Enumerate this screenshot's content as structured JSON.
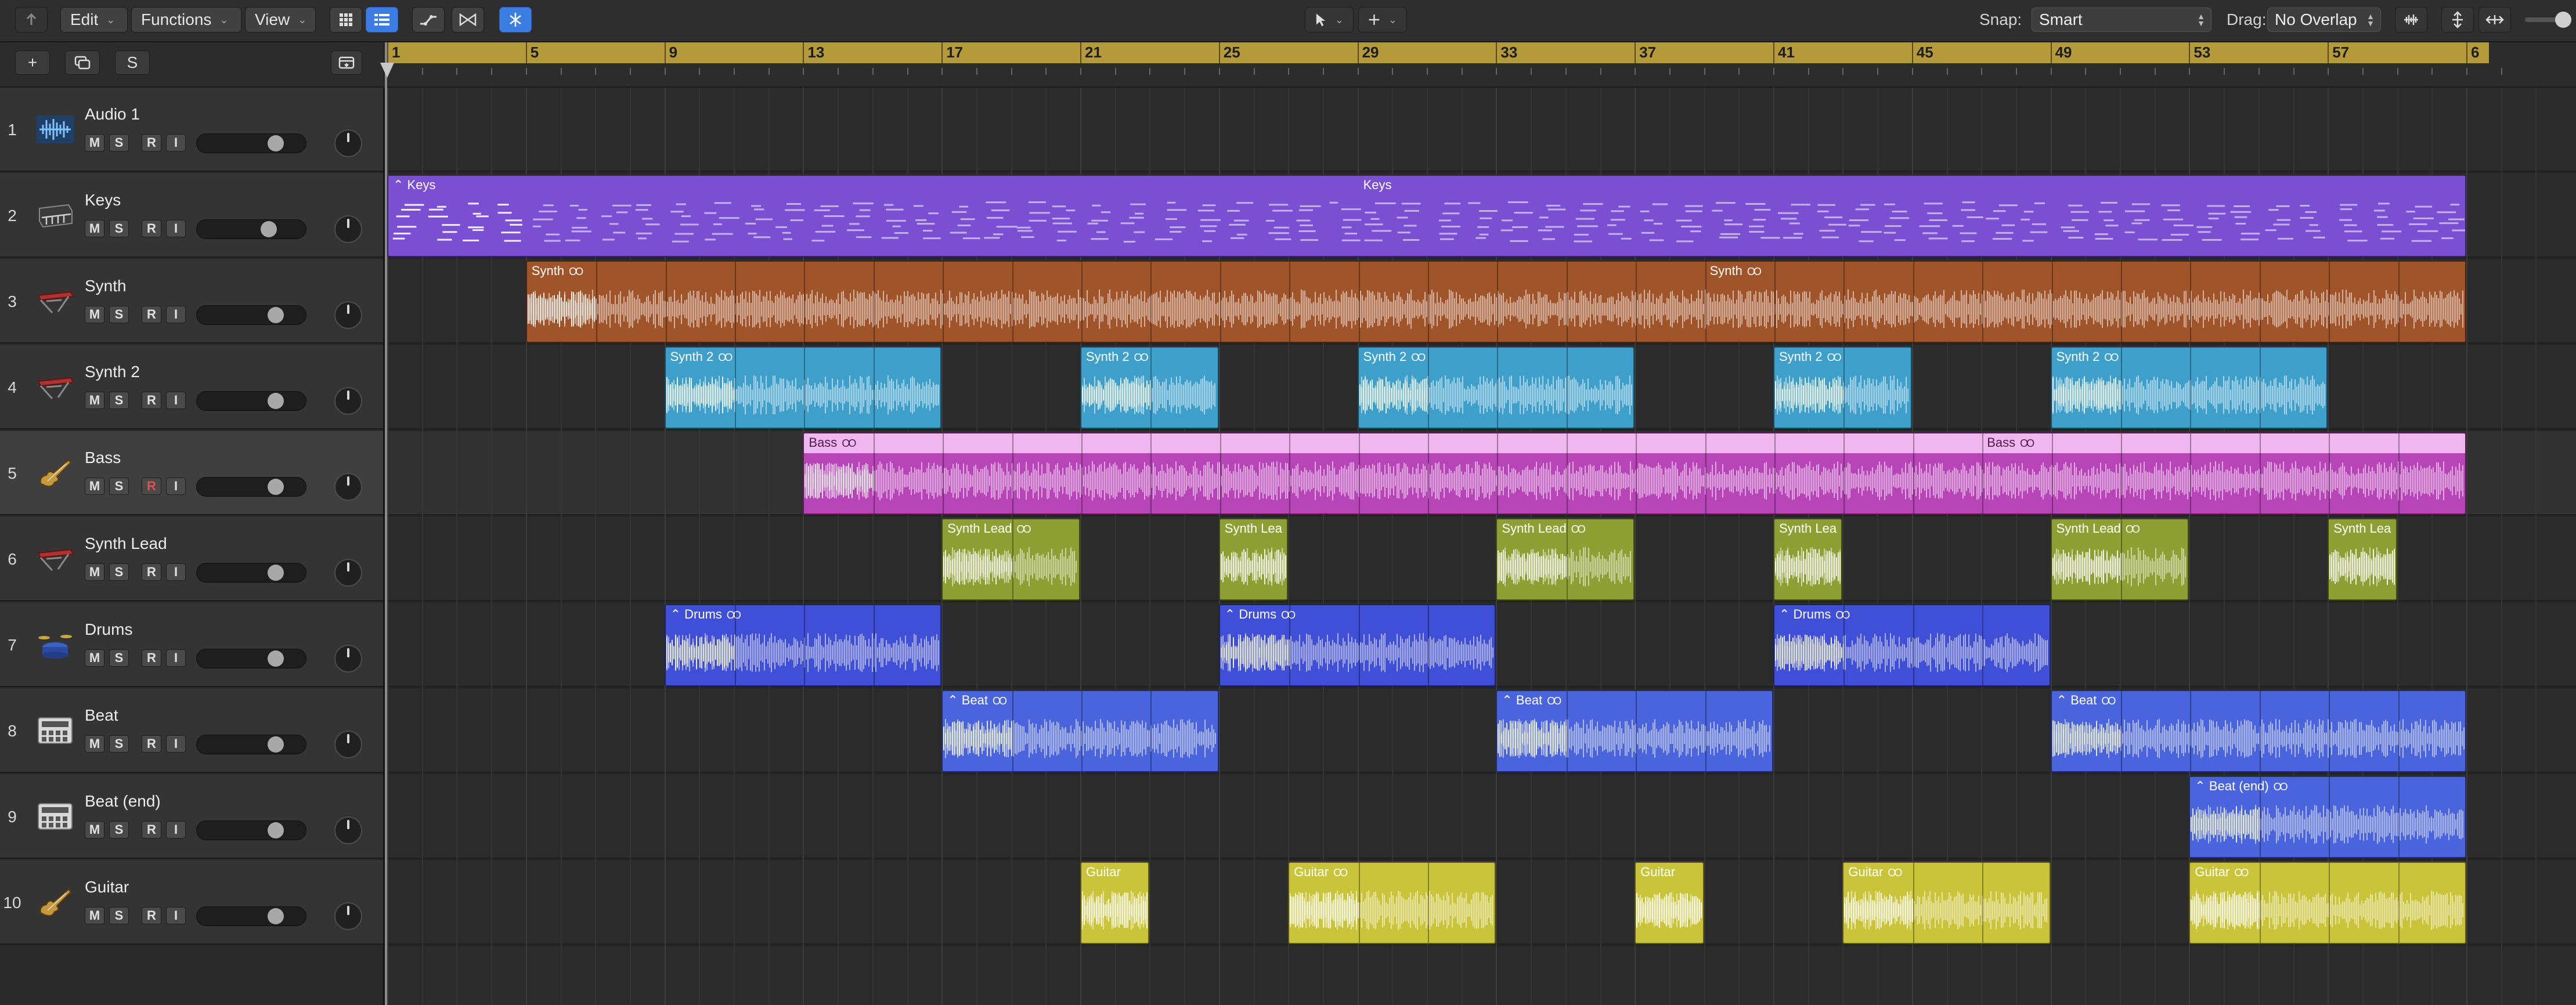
{
  "toolbar": {
    "menus": [
      {
        "label": "Edit"
      },
      {
        "label": "Functions"
      },
      {
        "label": "View"
      }
    ],
    "snap_label": "Snap:",
    "snap_value": "Smart",
    "drag_label": "Drag:",
    "drag_value": "No Overlap"
  },
  "header_buttons": {
    "add": "+",
    "s_label": "S"
  },
  "ruler": {
    "bars": [
      "1",
      "5",
      "9",
      "13",
      "17",
      "21",
      "25",
      "29",
      "33",
      "37",
      "41",
      "45",
      "49",
      "53",
      "57",
      "6"
    ]
  },
  "tracks": [
    {
      "num": "1",
      "name": "Audio 1",
      "icon": "waveform-icon",
      "fader": 0.78,
      "rec_armed": false
    },
    {
      "num": "2",
      "name": "Keys",
      "icon": "keyboard-icon",
      "fader": 0.7,
      "rec_armed": false
    },
    {
      "num": "3",
      "name": "Synth",
      "icon": "synth-icon",
      "fader": 0.78,
      "rec_armed": false
    },
    {
      "num": "4",
      "name": "Synth 2",
      "icon": "synth-icon",
      "fader": 0.78,
      "rec_armed": false
    },
    {
      "num": "5",
      "name": "Bass",
      "icon": "guitar-icon",
      "fader": 0.78,
      "rec_armed": true
    },
    {
      "num": "6",
      "name": "Synth Lead",
      "icon": "synth-icon",
      "fader": 0.78,
      "rec_armed": false
    },
    {
      "num": "7",
      "name": "Drums",
      "icon": "drums-icon",
      "fader": 0.78,
      "rec_armed": false
    },
    {
      "num": "8",
      "name": "Beat",
      "icon": "drum-machine-icon",
      "fader": 0.78,
      "rec_armed": false
    },
    {
      "num": "9",
      "name": "Beat (end)",
      "icon": "drum-machine-icon",
      "fader": 0.78,
      "rec_armed": false
    },
    {
      "num": "10",
      "name": "Guitar",
      "icon": "guitar-icon",
      "fader": 0.78,
      "rec_armed": false
    }
  ],
  "track_buttons": {
    "m": "M",
    "s": "S",
    "r": "R",
    "i": "I"
  },
  "colors": {
    "keys": "#7a4fd1",
    "synth": "#a0542a",
    "synth2": "#3f9fcb",
    "bass": "#b845b8",
    "synth_lead": "#8ea033",
    "drums": "#3f4fd8",
    "beat": "#4a64dd",
    "guitar": "#c9c43a"
  },
  "regions": [
    {
      "track": 1,
      "start": 1,
      "end": 61,
      "name": "Keys",
      "color": "#7a4fd1",
      "midi": true,
      "prefix": "⌃ ",
      "loop": false,
      "sep": [
        29
      ]
    },
    {
      "track": 2,
      "start": 5,
      "end": 61,
      "name": "Synth",
      "color": "#a0542a",
      "loop": true,
      "sep": [
        39
      ]
    },
    {
      "track": 3,
      "start": 9,
      "end": 17,
      "name": "Synth 2",
      "color": "#3f9fcb",
      "loop": true
    },
    {
      "track": 3,
      "start": 21,
      "end": 25,
      "name": "Synth 2",
      "color": "#3f9fcb",
      "loop": true
    },
    {
      "track": 3,
      "start": 29,
      "end": 37,
      "name": "Synth 2",
      "color": "#3f9fcb",
      "loop": true
    },
    {
      "track": 3,
      "start": 41,
      "end": 45,
      "name": "Synth 2",
      "color": "#3f9fcb",
      "loop": true
    },
    {
      "track": 3,
      "start": 49,
      "end": 57,
      "name": "Synth 2",
      "color": "#3f9fcb",
      "loop": true
    },
    {
      "track": 4,
      "start": 13,
      "end": 61,
      "name": "Bass",
      "color": "#b845b8",
      "header_color": "#f0b6f0",
      "name_color": "#4a1a4a",
      "loop": true,
      "sep": [
        47
      ]
    },
    {
      "track": 5,
      "start": 17,
      "end": 21,
      "name": "Synth Lead",
      "color": "#8ea033",
      "loop": true
    },
    {
      "track": 5,
      "start": 25,
      "end": 27,
      "name": "Synth Lea",
      "color": "#8ea033",
      "loop": false
    },
    {
      "track": 5,
      "start": 33,
      "end": 37,
      "name": "Synth Lead",
      "color": "#8ea033",
      "loop": true
    },
    {
      "track": 5,
      "start": 41,
      "end": 43,
      "name": "Synth Lea",
      "color": "#8ea033",
      "loop": false
    },
    {
      "track": 5,
      "start": 49,
      "end": 53,
      "name": "Synth Lead",
      "color": "#8ea033",
      "loop": true
    },
    {
      "track": 5,
      "start": 57,
      "end": 59,
      "name": "Synth Lea",
      "color": "#8ea033",
      "loop": false
    },
    {
      "track": 6,
      "start": 9,
      "end": 17,
      "name": "Drums",
      "color": "#3f4fd8",
      "prefix": "⌃ ",
      "loop": true
    },
    {
      "track": 6,
      "start": 25,
      "end": 33,
      "name": "Drums",
      "color": "#3f4fd8",
      "prefix": "⌃ ",
      "loop": true
    },
    {
      "track": 6,
      "start": 41,
      "end": 49,
      "name": "Drums",
      "color": "#3f4fd8",
      "prefix": "⌃ ",
      "loop": true
    },
    {
      "track": 7,
      "start": 17,
      "end": 25,
      "name": "Beat",
      "color": "#4a64dd",
      "prefix": "⌃ ",
      "loop": true
    },
    {
      "track": 7,
      "start": 33,
      "end": 41,
      "name": "Beat",
      "color": "#4a64dd",
      "prefix": "⌃ ",
      "loop": true
    },
    {
      "track": 7,
      "start": 49,
      "end": 61,
      "name": "Beat",
      "color": "#4a64dd",
      "prefix": "⌃ ",
      "loop": true
    },
    {
      "track": 8,
      "start": 53,
      "end": 61,
      "name": "Beat (end)",
      "color": "#4a64dd",
      "prefix": "⌃ ",
      "loop": true
    },
    {
      "track": 9,
      "start": 21,
      "end": 23,
      "name": "Guitar",
      "color": "#c9c43a",
      "loop": false
    },
    {
      "track": 9,
      "start": 27,
      "end": 33,
      "name": "Guitar",
      "color": "#c9c43a",
      "loop": true
    },
    {
      "track": 9,
      "start": 37,
      "end": 39,
      "name": "Guitar",
      "color": "#c9c43a",
      "loop": false
    },
    {
      "track": 9,
      "start": 43,
      "end": 49,
      "name": "Guitar",
      "color": "#c9c43a",
      "loop": true
    },
    {
      "track": 9,
      "start": 53,
      "end": 61,
      "name": "Guitar",
      "color": "#c9c43a",
      "loop": true
    }
  ]
}
